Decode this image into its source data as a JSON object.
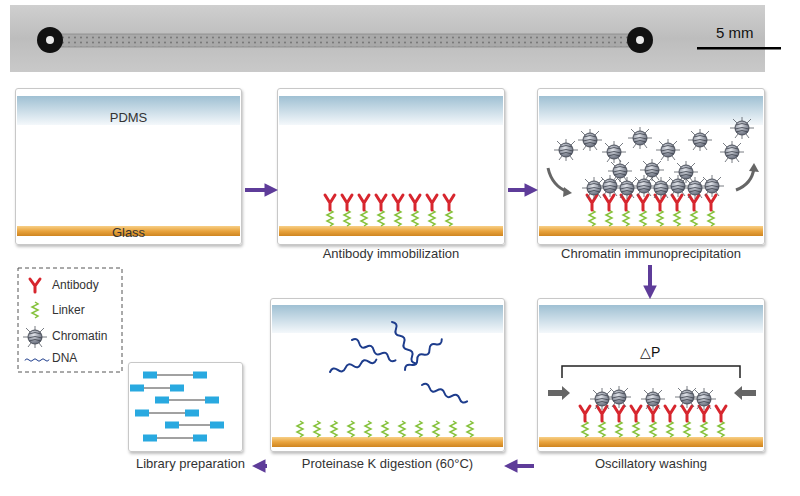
{
  "diagram": {
    "nodes": [
      {
        "text": [
          "PDMS",
          "Glass"
        ]
      },
      {
        "text": [
          "Antibody immobilization"
        ]
      },
      {
        "text": [
          "Chromatin immunoprecipitation"
        ]
      },
      {
        "text": [
          "Oscillatory washing"
        ]
      },
      {
        "text": [
          "Proteinase K digestion (60°C)"
        ]
      },
      {
        "text": [
          "Library preparation"
        ]
      }
    ],
    "edges": [
      {
        "from": 0,
        "to": 1,
        "arrow": "to"
      },
      {
        "from": 1,
        "to": 2,
        "arrow": "to"
      },
      {
        "from": 2,
        "to": 3,
        "arrow": "to"
      },
      {
        "from": 3,
        "to": 4,
        "arrow": "to"
      },
      {
        "from": 4,
        "to": 5,
        "arrow": "to"
      }
    ],
    "labels": [
      "5 mm",
      "△P"
    ],
    "legend": [
      {
        "text": "Antibody"
      },
      {
        "text": "Linker"
      },
      {
        "text": "Chromatin"
      },
      {
        "text": "DNA"
      }
    ]
  }
}
